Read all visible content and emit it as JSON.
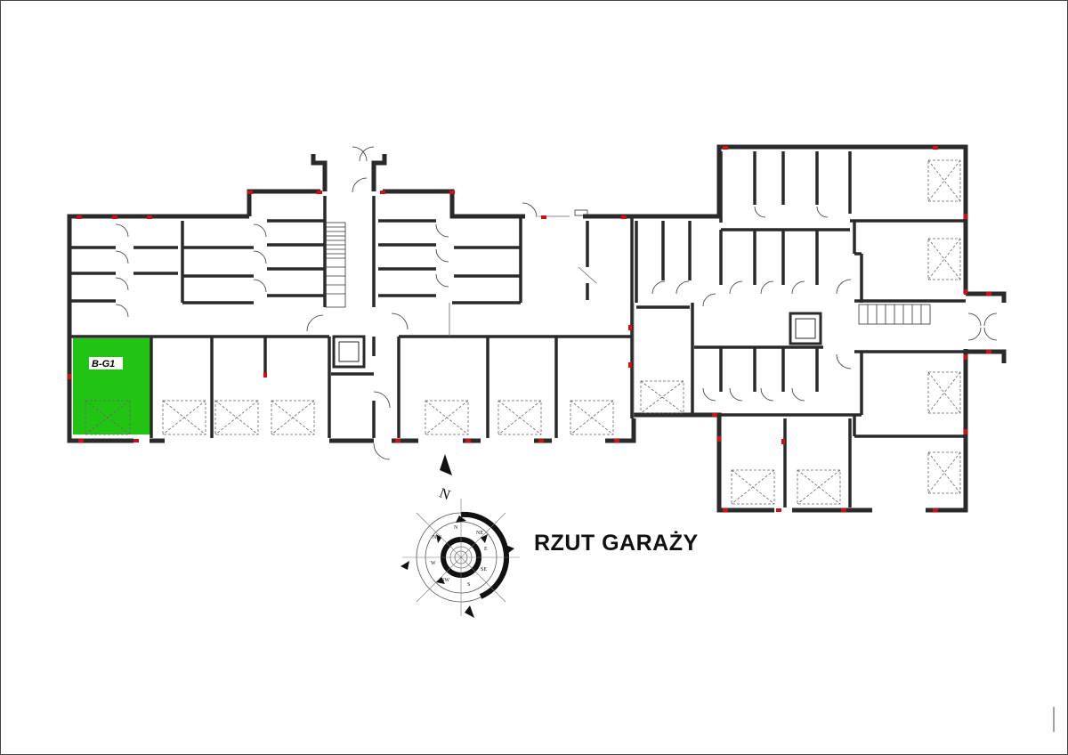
{
  "plan": {
    "title": "RZUT GARAŻY",
    "highlighted_unit": {
      "label": "B-G1",
      "color": "#22c414"
    }
  },
  "compass": {
    "north": "N",
    "directions": [
      "N",
      "NE",
      "E",
      "SE",
      "S",
      "SW",
      "W",
      "NW"
    ]
  },
  "colors": {
    "wall": "#2a2a2a",
    "column": "#d01010",
    "background": "#ffffff"
  }
}
